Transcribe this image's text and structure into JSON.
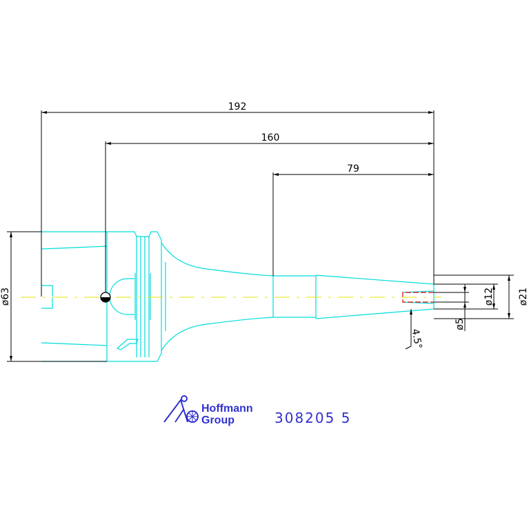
{
  "drawing": {
    "dimensions": {
      "length_total": "192",
      "length_mid": "160",
      "length_short": "79",
      "dia_flange": "ø63",
      "dia_nose": "ø21",
      "dia_bore": "ø12",
      "dia_small": "ø5",
      "angle": "4.5°"
    },
    "logo": {
      "line1": "Hoffmann",
      "line2": "Group"
    },
    "part_number": "308205 5",
    "colors": {
      "outline": "#00dcdc",
      "centerline": "#e6e600",
      "dimension": "#000000",
      "hidden": "#e00000",
      "brand": "#3030d0"
    }
  }
}
